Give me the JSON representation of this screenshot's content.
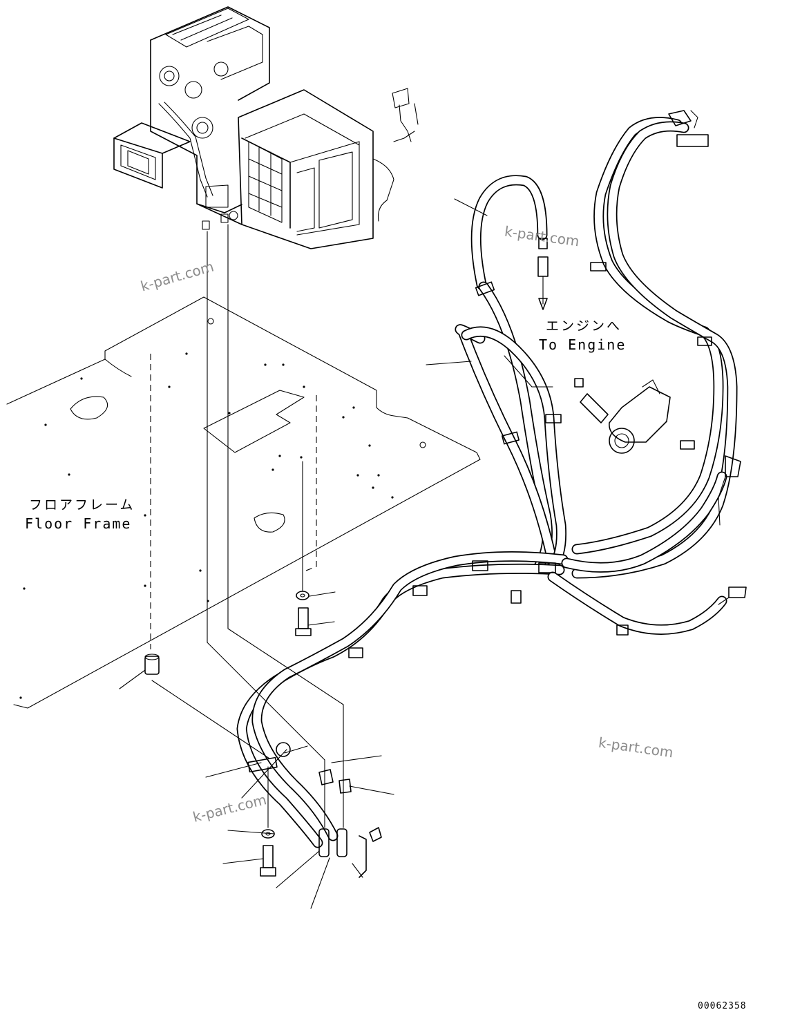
{
  "labels": {
    "floor_frame_jp": "フロアフレーム",
    "floor_frame_en": "Floor Frame",
    "to_engine_jp": "エンジンへ",
    "to_engine_en": "To Engine"
  },
  "watermarks": [
    "k-part.com",
    "k-part.com",
    "k-part.com",
    "k-part.com"
  ],
  "drawing_number": "00062358",
  "colors": {
    "line": "#000000",
    "watermark": "#8c8c8c",
    "background": "#ffffff"
  }
}
